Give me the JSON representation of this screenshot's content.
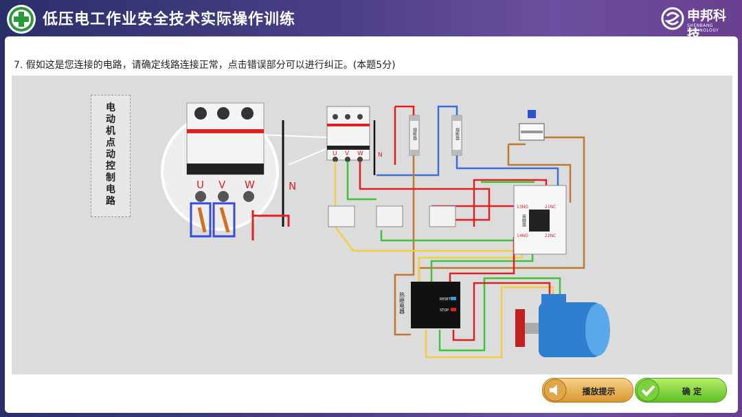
{
  "header": {
    "title": "低压电工作业安全技术实际操作训练",
    "brand_cn": "申邦科技",
    "brand_en": "SHENBANG TECHNOLOGY"
  },
  "question": "7. 假如这是您连接的电路，请确定线路连接正常，点击错误部分可以进行纠正。(本题5分)",
  "diagram": {
    "side_label": "电动机点动控制电路",
    "zoom_labels": [
      "U",
      "V",
      "W",
      "N"
    ],
    "breaker_labels": [
      "U",
      "V",
      "W",
      "N"
    ],
    "fuse_label": "熔断器",
    "contactor_label": "接触器",
    "contactor_terminals": [
      "13NO",
      "21NC",
      "14NO",
      "22NC"
    ],
    "relay_label": "热继电器",
    "relay_reset": "RESET",
    "relay_stop": "STOP"
  },
  "buttons": {
    "hint_label": "播放提示",
    "confirm_label": "确 定"
  },
  "colors": {
    "yellow": "#f0d040",
    "green": "#3cc43c",
    "red": "#e02020",
    "blue": "#3a6fd8",
    "brown": "#c07830"
  }
}
